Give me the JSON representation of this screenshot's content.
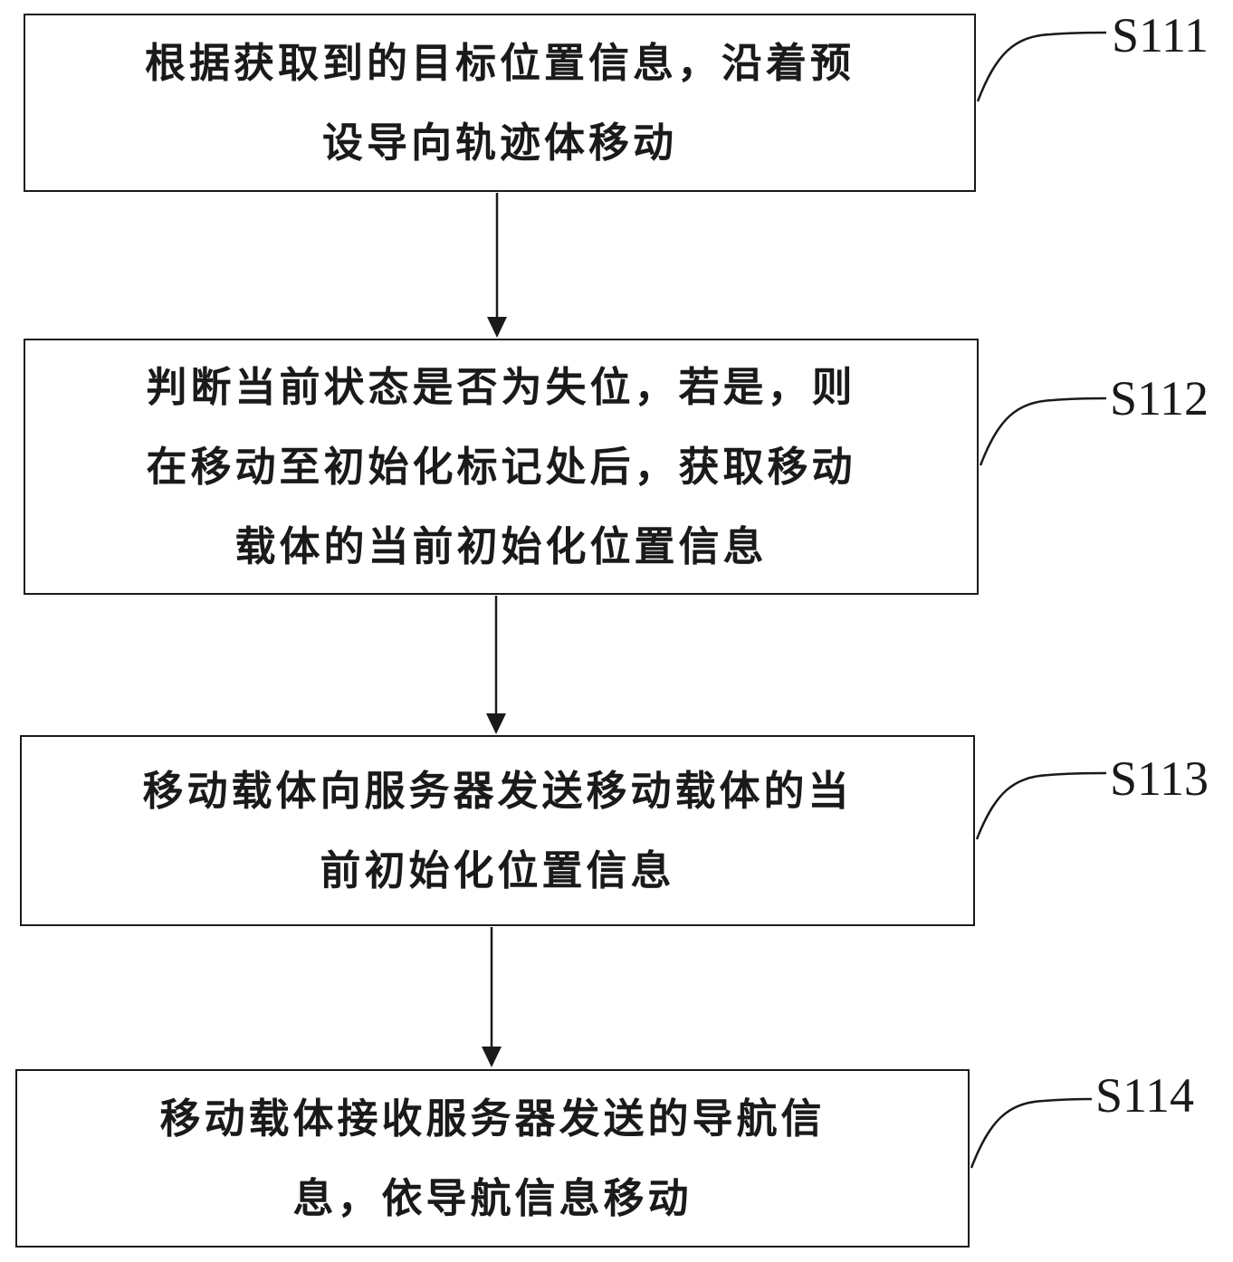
{
  "steps": [
    {
      "id": "S111",
      "label": "S111",
      "lines": [
        "根据获取到的目标位置信息，沿着预",
        "设导向轨迹体移动"
      ]
    },
    {
      "id": "S112",
      "label": "S112",
      "lines": [
        "判断当前状态是否为失位，若是，则",
        "在移动至初始化标记处后，获取移动",
        "载体的当前初始化位置信息"
      ]
    },
    {
      "id": "S113",
      "label": "S113",
      "lines": [
        "移动载体向服务器发送移动载体的当",
        "前初始化位置信息"
      ]
    },
    {
      "id": "S114",
      "label": "S114",
      "lines": [
        "移动载体接收服务器发送的导航信",
        "息，依导航信息移动"
      ]
    }
  ],
  "colors": {
    "stroke": "#1a1a1a",
    "background": "#ffffff"
  }
}
